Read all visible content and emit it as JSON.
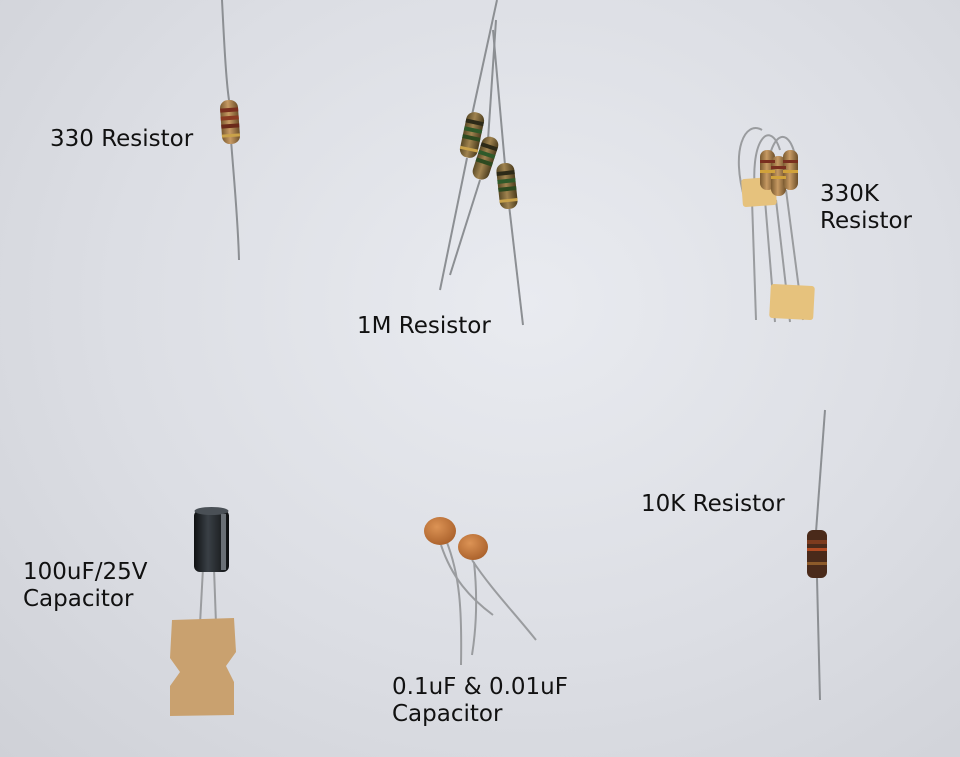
{
  "labels": {
    "r330": "330 Resistor",
    "r1m": "1M Resistor",
    "r330k": [
      "330K",
      "Resistor"
    ],
    "r10k": "10K Resistor",
    "cap100": [
      "100uF/25V",
      "Capacitor"
    ],
    "capCeramic": [
      "0.1uF & 0.01uF",
      "Capacitor"
    ]
  },
  "colors": {
    "background": "#dfe1e6",
    "wire": "#8c8f93",
    "resistor_body": "#b58a57",
    "tape": "#e6c27d",
    "ceramic_disc": "#c4783a",
    "electrolytic": "#1c1f22"
  }
}
